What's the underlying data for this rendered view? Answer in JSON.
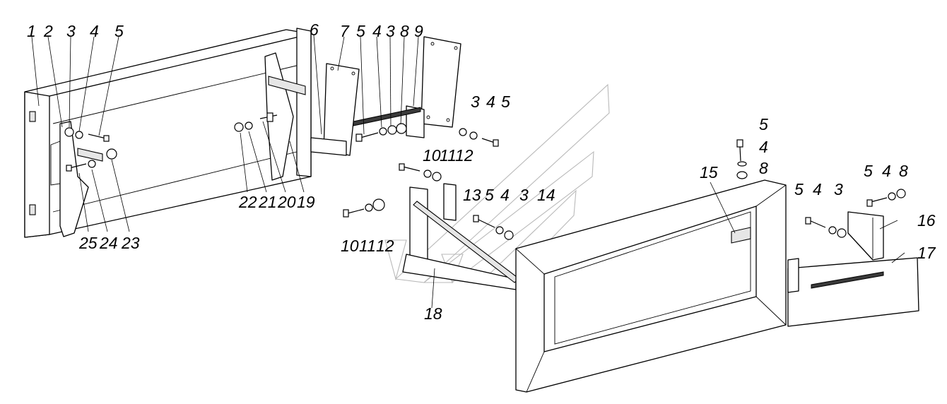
{
  "diagram": {
    "callouts": [
      {
        "id": "c1",
        "text": "1"
      },
      {
        "id": "c2",
        "text": "2"
      },
      {
        "id": "c3a",
        "text": "3"
      },
      {
        "id": "c4a",
        "text": "4"
      },
      {
        "id": "c5a",
        "text": "5"
      },
      {
        "id": "c6",
        "text": "6"
      },
      {
        "id": "c7",
        "text": "7"
      },
      {
        "id": "c5b",
        "text": "5"
      },
      {
        "id": "c4b",
        "text": "4"
      },
      {
        "id": "c3b",
        "text": "3"
      },
      {
        "id": "c8a",
        "text": "8"
      },
      {
        "id": "c9",
        "text": "9"
      },
      {
        "id": "c3c",
        "text": "3"
      },
      {
        "id": "c4c",
        "text": "4"
      },
      {
        "id": "c5c",
        "text": "5"
      },
      {
        "id": "c10a",
        "text": "10"
      },
      {
        "id": "c11a",
        "text": "11"
      },
      {
        "id": "c12a",
        "text": "12"
      },
      {
        "id": "c13",
        "text": "13"
      },
      {
        "id": "c5d",
        "text": "5"
      },
      {
        "id": "c4d",
        "text": "4"
      },
      {
        "id": "c3d",
        "text": "3"
      },
      {
        "id": "c14",
        "text": "14"
      },
      {
        "id": "c10b",
        "text": "10"
      },
      {
        "id": "c11b",
        "text": "11"
      },
      {
        "id": "c12b",
        "text": "12"
      },
      {
        "id": "c18",
        "text": "18"
      },
      {
        "id": "c22",
        "text": "22"
      },
      {
        "id": "c21",
        "text": "21"
      },
      {
        "id": "c20",
        "text": "20"
      },
      {
        "id": "c19",
        "text": "19"
      },
      {
        "id": "c25",
        "text": "25"
      },
      {
        "id": "c24",
        "text": "24"
      },
      {
        "id": "c23",
        "text": "23"
      },
      {
        "id": "c15",
        "text": "15"
      },
      {
        "id": "c5e",
        "text": "5"
      },
      {
        "id": "c4e",
        "text": "4"
      },
      {
        "id": "c8b",
        "text": "8"
      },
      {
        "id": "c5f",
        "text": "5"
      },
      {
        "id": "c4f",
        "text": "4"
      },
      {
        "id": "c3e",
        "text": "3"
      },
      {
        "id": "c5g",
        "text": "5"
      },
      {
        "id": "c4g",
        "text": "4"
      },
      {
        "id": "c8c",
        "text": "8"
      },
      {
        "id": "c16",
        "text": "16"
      },
      {
        "id": "c17",
        "text": "17"
      }
    ]
  }
}
